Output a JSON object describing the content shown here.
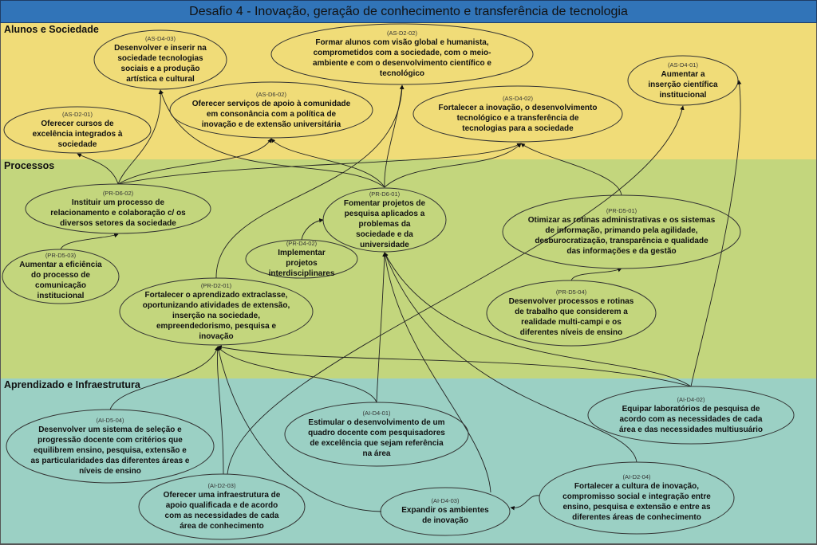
{
  "title": "Desafio 4 - Inovação, geração de conhecimento e transferência de tecnologia",
  "perspectives": [
    "Alunos e Sociedade",
    "Processos",
    "Aprendizado e Infraestrutura"
  ],
  "objectives": [
    {
      "code": "(AS-D4-03)",
      "text": "Desenvolver e inserir na sociedade tecnologias sociais e a produção artística e cultural"
    },
    {
      "code": "(AS-D2-02)",
      "text": "Formar alunos com visão global e humanista, comprometidos com a sociedade, com o meio-ambiente e com o desenvolvimento científico e tecnológico"
    },
    {
      "code": "(AS-D4-01)",
      "text": "Aumentar a inserção científica institucional"
    },
    {
      "code": "(AS-D6-02)",
      "text": "Oferecer serviços de apoio à comunidade em consonância com a política de inovação e de extensão universitária"
    },
    {
      "code": "(AS-D4-02)",
      "text": "Fortalecer a inovação, o desenvolvimento tecnológico e a transferência de tecnologias para a sociedade"
    },
    {
      "code": "(AS-D2-01)",
      "text": "Oferecer cursos de excelência integrados à sociedade"
    },
    {
      "code": "(PR-D6-02)",
      "text": "Instituir um processo de relacionamento e colaboração c/ os diversos setores da sociedade"
    },
    {
      "code": "(PR-D6-01)",
      "text": "Fomentar projetos de pesquisa aplicados a problemas da sociedade e da universidade"
    },
    {
      "code": "(PR-D5-01)",
      "text": "Otimizar as rotinas administrativas e os sistemas de informação, primando pela agilidade, desburocratização, transparência e qualidade das informações e da gestão"
    },
    {
      "code": "(PR-D4-02)",
      "text": "Implementar projetos interdisciplinares"
    },
    {
      "code": "(PR-D5-03)",
      "text": "Aumentar a eficiência do processo de comunicação institucional"
    },
    {
      "code": "(PR-D2-01)",
      "text": "Fortalecer o aprendizado extraclasse, oportunizando atividades de extensão, inserção na sociedade, empreendedorismo, pesquisa e inovação"
    },
    {
      "code": "(PR-D5-04)",
      "text": "Desenvolver processos e rotinas de trabalho que considerem a realidade multi-campi e os diferentes níveis de ensino"
    },
    {
      "code": "(AI-D5-04)",
      "text": "Desenvolver um sistema de seleção e progressão docente com critérios que equilibrem ensino, pesquisa, extensão e as particularidades das diferentes áreas e níveis de ensino"
    },
    {
      "code": "(AI-D4-01)",
      "text": "Estimular o desenvolvimento de um quadro docente com pesquisadores de excelência que sejam referência na área"
    },
    {
      "code": "(AI-D4-02)",
      "text": "Equipar laboratórios de pesquisa de acordo com as necessidades de cada área e das necessidades multiusuário"
    },
    {
      "code": "(AI-D2-03)",
      "text": "Oferecer uma infraestrutura de apoio qualificada e de acordo com as necessidades de cada área de conhecimento"
    },
    {
      "code": "(AI-D4-03)",
      "text": "Expandir os ambientes de inovação"
    },
    {
      "code": "(AI-D2-04)",
      "text": "Fortalecer a cultura de inovação, compromisso social e integração entre ensino, pesquisa e extensão e entre as diferentes áreas de conhecimento"
    }
  ],
  "colors": {
    "title_bar": "#3174b8",
    "alunos": "#f0dc78",
    "processos": "#c3d67d",
    "aprendizado": "#9bd0c4"
  }
}
